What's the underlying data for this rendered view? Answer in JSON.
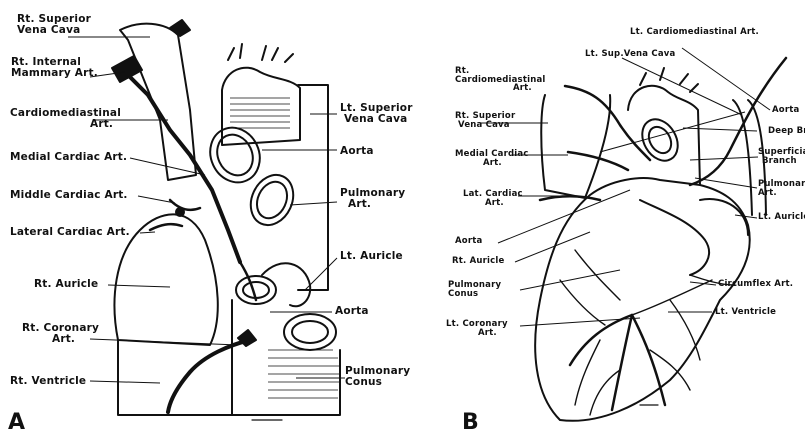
{
  "panel_a": {
    "letter": "A",
    "labels": {
      "rt_superior_vena_cava": [
        "Rt. Superior",
        "Vena Cava"
      ],
      "rt_internal_mammary_art": [
        "Rt. Internal",
        "Mammary Art."
      ],
      "cardiomediastinal_art": [
        "Cardiomediastinal",
        "Art."
      ],
      "medial_cardiac_art": "Medial Cardiac Art.",
      "middle_cardiac_art": "Middle Cardiac Art.",
      "lateral_cardiac_art": "Lateral Cardiac Art.",
      "rt_auricle": "Rt. Auricle",
      "rt_coronary_art": [
        "Rt. Coronary",
        "Art."
      ],
      "rt_ventricle": "Rt. Ventricle",
      "lt_superior_vena_cava": [
        "Lt. Superior",
        "Vena Cava"
      ],
      "aorta_upper": "Aorta",
      "pulmonary_art": [
        "Pulmonary",
        "Art."
      ],
      "lt_auricle": "Lt. Auricle",
      "aorta_lower": "Aorta",
      "pulmonary_conus": [
        "Pulmonary",
        "Conus"
      ]
    }
  },
  "panel_b": {
    "letter": "B",
    "labels": {
      "lt_cardiomediastinal_art": "Lt. Cardiomediastinal Art.",
      "lt_sup_vena_cava": "Lt. Sup.Vena Cava",
      "rt_cardiomediastinal_art": [
        "Rt.",
        "Cardiomediastinal",
        "Art."
      ],
      "rt_superior_vena_cava": [
        "Rt. Superior",
        "Vena Cava"
      ],
      "medial_cardiac_art": [
        "Medial Cardiac",
        "Art."
      ],
      "lat_cardiac_art": [
        "Lat. Cardiac",
        "Art."
      ],
      "aorta_left": "Aorta",
      "rt_auricle": "Rt. Auricle",
      "pulmonary_conus": [
        "Pulmonary",
        "Conus"
      ],
      "lt_coronary_art": [
        "Lt. Coronary",
        "Art."
      ],
      "aorta_right": "Aorta",
      "deep_br": "Deep Br",
      "superficial_branch": [
        "Superficial",
        "Branch"
      ],
      "pulmonary_art": [
        "Pulmonary",
        "Art."
      ],
      "lt_auricle": "Lt. Auricle",
      "circumflex_art": "Circumflex Art.",
      "lt_ventricle": "Lt. Ventricle"
    }
  }
}
